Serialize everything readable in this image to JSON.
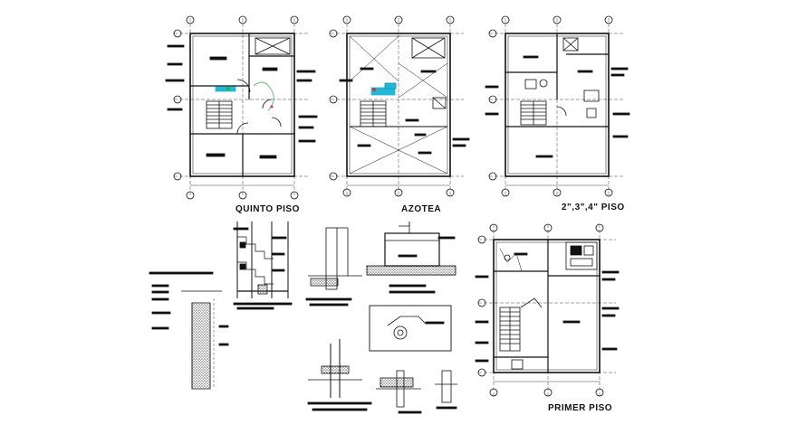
{
  "drawing_titles": {
    "quinto_piso": "QUINTO PISO",
    "azotea": "AZOTEA",
    "pisos_tipicos": "2\",3\",4\" PISO",
    "primer_piso": "PRIMER PISO"
  },
  "colors": {
    "line": "#111111",
    "accent_cyan": "#21b8d6",
    "accent_green": "#2ea84a",
    "accent_red": "#d33",
    "background": "#ffffff"
  }
}
